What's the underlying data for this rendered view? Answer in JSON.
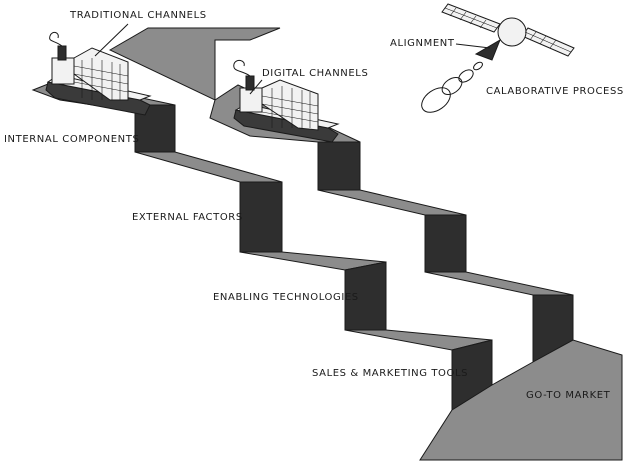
{
  "labels": {
    "traditional_channels": "TRADITIONAL CHANNELS",
    "digital_channels": "DIGITAL CHANNELS",
    "alignment": "ALIGNMENT",
    "collaborative_process": "CALABORATIVE PROCESS",
    "internal_components": "INTERNAL COMPONENTS",
    "external_factors": "EXTERNAL FACTORS",
    "enabling_technologies": "ENABLING TECHNOLOGIES",
    "sales_marketing_tools": "SALES & MARKETING TOOLS",
    "go_to_market": "GO-TO MARKET"
  },
  "colors": {
    "tread": "#8c8c8c",
    "riser": "#2e2e2e",
    "ink": "#1a1a1a",
    "paper": "#ffffff",
    "hull": "#3a3a3a",
    "cargo": "#f2f2f2"
  }
}
